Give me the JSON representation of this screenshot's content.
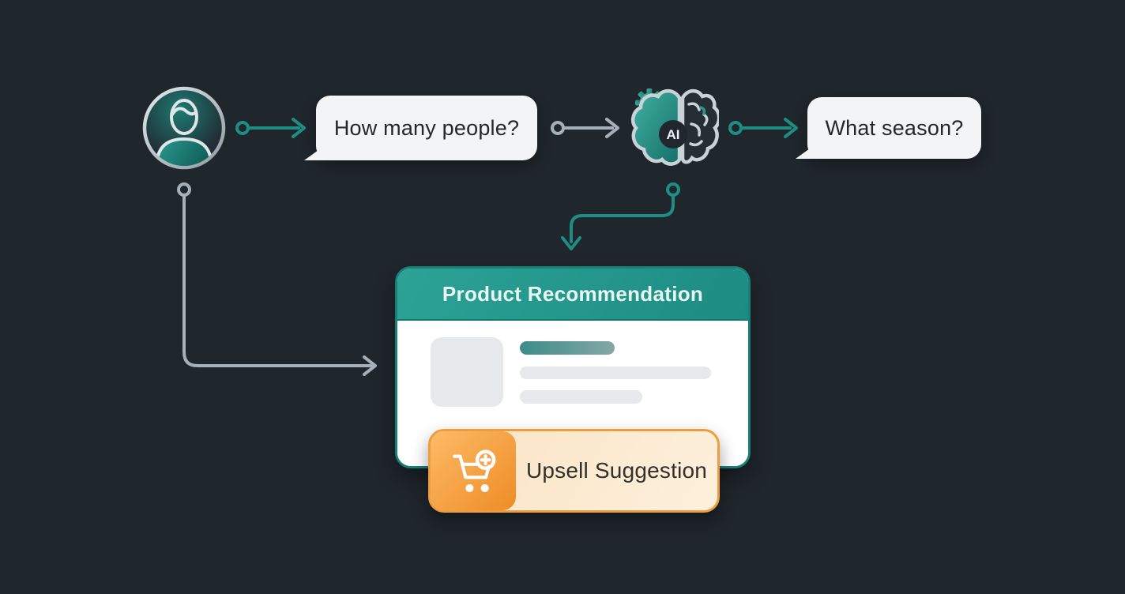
{
  "diagram": {
    "background_color": "#1f262c",
    "colors": {
      "teal_accent": "#1e8e84",
      "gray_connector": "#a6b0b8",
      "card_header_teal": "#21988c",
      "card_border_teal": "#1a8077",
      "orange_accent": "#ef9c3d",
      "bubble_background": "#f3f4f5"
    },
    "user_node": {
      "icon": "user-avatar-icon"
    },
    "ai_node": {
      "icon": "ai-brain-gear-icon",
      "label": "AI"
    },
    "bubbles": [
      {
        "id": "question1",
        "text": "How many people?"
      },
      {
        "id": "question2",
        "text": "What season?"
      }
    ],
    "connectors": [
      {
        "id": "user-to-question1",
        "style": "teal-arrow"
      },
      {
        "id": "question1-to-ai",
        "style": "gray-arrow"
      },
      {
        "id": "ai-to-question2",
        "style": "teal-arrow"
      },
      {
        "id": "user-to-card",
        "style": "gray-elbow-arrow"
      },
      {
        "id": "ai-to-card",
        "style": "teal-elbow-arrow"
      }
    ],
    "card": {
      "title": "Product Recommendation",
      "image_placeholder": "product-image-placeholder",
      "text_lines": [
        {
          "id": "title-line",
          "color": "teal-gradient"
        },
        {
          "id": "body-line-1",
          "color": "gray"
        },
        {
          "id": "body-line-2",
          "color": "gray"
        }
      ]
    },
    "upsell": {
      "icon": "cart-plus-icon",
      "label": "Upsell Suggestion"
    }
  }
}
